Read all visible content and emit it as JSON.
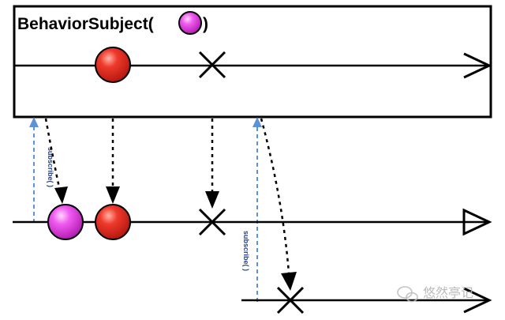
{
  "title": {
    "label": "BehaviorSubject(",
    "close": ")"
  },
  "subscribe_labels": [
    "subscribe( )",
    "subscribe( )"
  ],
  "watermark": {
    "text": "悠然亭记"
  },
  "colors": {
    "magenta": "#e23fe0",
    "red": "#e0261d",
    "subscribe_arrow": "#5a94d6",
    "line": "#000000"
  },
  "marble_diagram": {
    "source_stream": {
      "description": "BehaviorSubject with initial value (magenta)",
      "events": [
        "red",
        "complete"
      ]
    },
    "subscriber_1": {
      "events": [
        "magenta",
        "red",
        "complete"
      ]
    },
    "subscriber_2": {
      "events": [
        "complete"
      ]
    }
  }
}
